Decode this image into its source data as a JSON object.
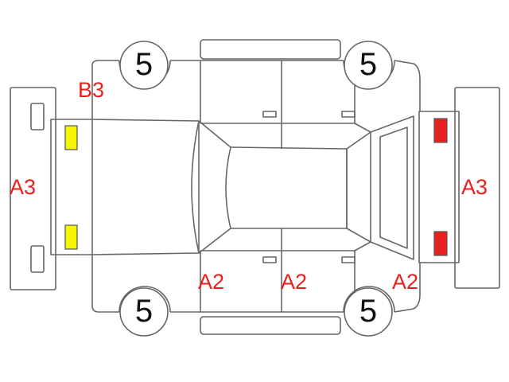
{
  "colors": {
    "outline": "#666666",
    "damage_label": "#e8211e",
    "front_lamp": "#f5f500",
    "rear_lamp": "#e8211e",
    "tire_number": "#111111"
  },
  "labels": {
    "front_bumper": "A3",
    "rear_bumper": "A3",
    "front_left_fender": "B3",
    "left_front_door": "A2",
    "left_rear_door": "A2",
    "left_rear_quarter": "A2"
  },
  "tires": {
    "front_left": "5",
    "rear_left": "5",
    "front_right": "5",
    "rear_right": "5"
  }
}
